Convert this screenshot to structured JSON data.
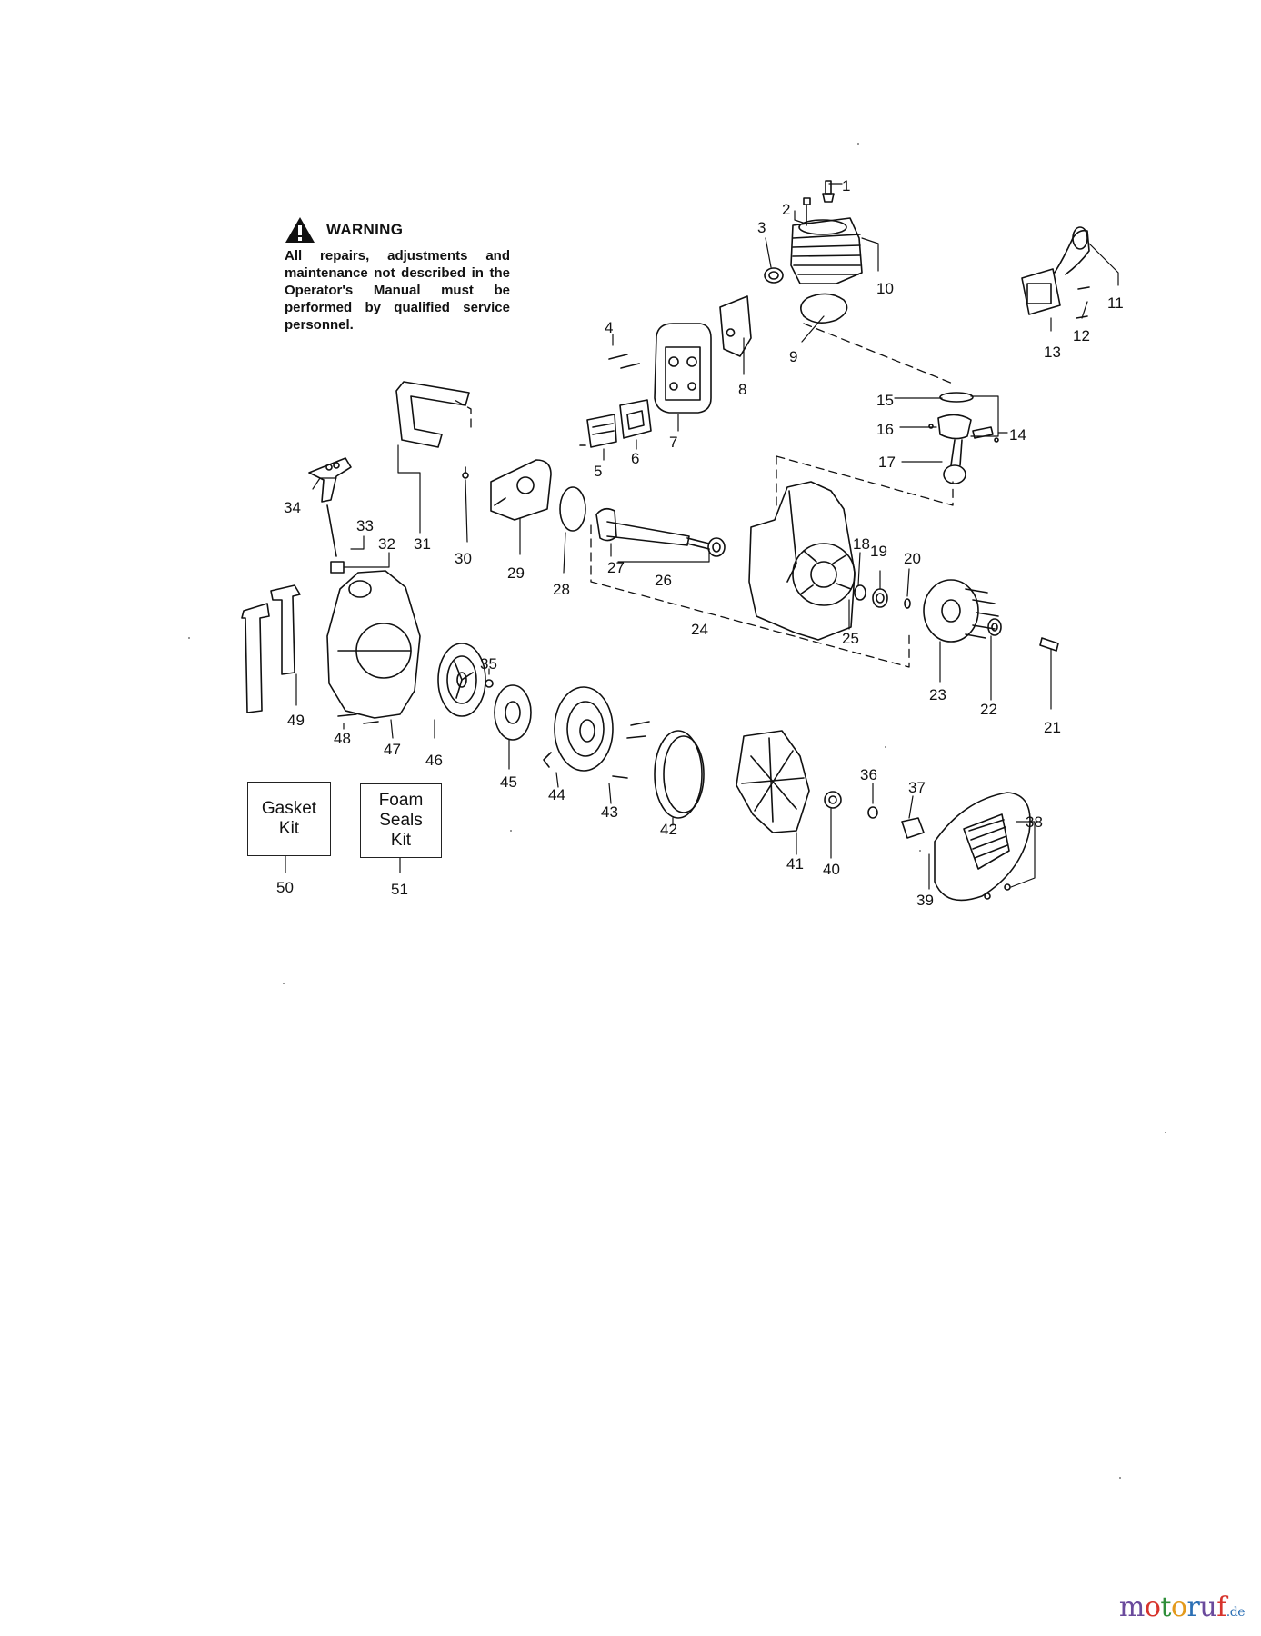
{
  "warning": {
    "title": "WARNING",
    "body": "All repairs, adjustments and maintenance not described in the Operator's Manual must be performed by qualified service personnel."
  },
  "kits": {
    "gasket": {
      "line1": "Gasket",
      "line2": "Kit"
    },
    "foam": {
      "line1": "Foam",
      "line2": "Seals",
      "line3": "Kit"
    }
  },
  "part_numbers": [
    "1",
    "2",
    "3",
    "4",
    "5",
    "6",
    "7",
    "8",
    "9",
    "10",
    "11",
    "12",
    "13",
    "14",
    "15",
    "16",
    "17",
    "18",
    "19",
    "20",
    "21",
    "22",
    "23",
    "24",
    "25",
    "26",
    "27",
    "28",
    "29",
    "30",
    "31",
    "32",
    "33",
    "34",
    "35",
    "36",
    "37",
    "38",
    "39",
    "40",
    "41",
    "42",
    "43",
    "44",
    "45",
    "46",
    "47",
    "48",
    "49",
    "50",
    "51"
  ],
  "watermark": {
    "letters": [
      "m",
      "o",
      "t",
      "o",
      "r",
      "u",
      "f"
    ],
    "letter_colors": [
      "#6a4a9c",
      "#d7342c",
      "#2f8f3a",
      "#e39a1c",
      "#2b6fb4",
      "#6a4a9c",
      "#d7342c"
    ],
    "tld": ".de"
  }
}
